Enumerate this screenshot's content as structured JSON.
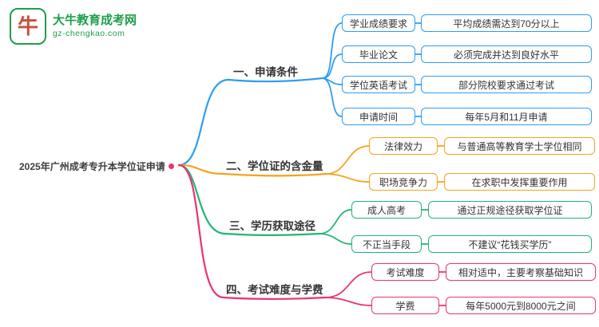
{
  "logo": {
    "site_name": "大牛教育成考网",
    "site_url": "gz-chengkao.com",
    "icon_glyph": "牛"
  },
  "root": {
    "title": "2025年广州成考专升本学位证申请"
  },
  "colors": {
    "branch1_blue": "#2e9df2",
    "branch2_orange": "#f7a21b",
    "branch3_green": "#22b573",
    "branch4_pink": "#ea3372",
    "logo_green": "#1e9e4a"
  },
  "branches": [
    {
      "label": "一、申请条件",
      "color": "#2e9df2",
      "items": [
        {
          "label": "学业成绩要求",
          "value": "平均成绩需达到70分以上"
        },
        {
          "label": "毕业论文",
          "value": "必须完成并达到良好水平"
        },
        {
          "label": "学位英语考试",
          "value": "部分院校要求通过考试"
        },
        {
          "label": "申请时间",
          "value": "每年5月和11月申请"
        }
      ]
    },
    {
      "label": "二、学位证的含金量",
      "color": "#f7a21b",
      "items": [
        {
          "label": "法律效力",
          "value": "与普通高等教育学士学位相同"
        },
        {
          "label": "职场竞争力",
          "value": "在求职中发挥重要作用"
        }
      ]
    },
    {
      "label": "三、学历获取途径",
      "color": "#22b573",
      "items": [
        {
          "label": "成人高考",
          "value": "通过正规途径获取学位证"
        },
        {
          "label": "不正当手段",
          "value": "不建议“花钱买学历”"
        }
      ]
    },
    {
      "label": "四、考试难度与学费",
      "color": "#ea3372",
      "items": [
        {
          "label": "考试难度",
          "value": "相对适中，主要考察基础知识"
        },
        {
          "label": "学费",
          "value": "每年5000元到8000元之间"
        }
      ]
    }
  ]
}
